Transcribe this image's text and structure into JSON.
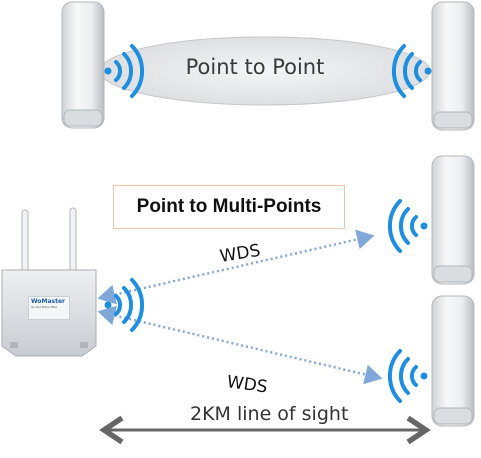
{
  "title_point_to_point": "Point to Point",
  "title_point_to_multipoints": "Point to Multi-Points",
  "link_label_upper": "WDS",
  "link_label_lower": "WDS",
  "distance_label": "2KM line of sight",
  "router_brand": "WoMaster",
  "router_tagline": "Go the Extra Mile",
  "colors": {
    "signal_blue": "#1e8fe0",
    "link_dotted": "#7fa7d9",
    "ellipse_fill": "#e7e8ea",
    "distance_arrow": "#666666",
    "box_border": "#f2c2a8"
  },
  "icons": [
    "cpe-antenna-icon",
    "wifi-signal-icon",
    "outdoor-router-icon"
  ]
}
